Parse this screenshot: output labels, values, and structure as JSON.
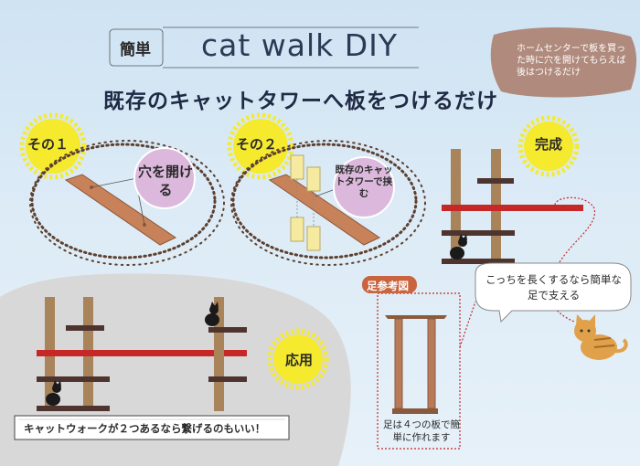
{
  "header": {
    "tag": "簡単",
    "title": "cat walk DIY",
    "subtitle": "既存のキャットタワーへ板をつけるだけ"
  },
  "note": "ホームセンターで板を買った時に穴を開けてもらえば後はつけるだけ",
  "steps": {
    "step1": {
      "label": "その１",
      "bubble": "穴を開ける"
    },
    "step2": {
      "label": "その２",
      "bubble": "既存のキャットタワーで挟む"
    },
    "done": {
      "label": "完成"
    }
  },
  "applied": {
    "label": "応用",
    "banner": "キャットウォークが２つあるなら繋げるのもいい！"
  },
  "legs": {
    "tag": "足参考図",
    "note": "足は４つの板で簡単に作れます"
  },
  "speech": "こっちを長くするなら簡単な足で支える",
  "colors": {
    "sky": "#dcebf6",
    "post": "#a9835a",
    "shelf": "#4e342e",
    "walk": "#c62828",
    "board": "#c8825a",
    "burst": "#f6ea2e",
    "bubble": "#dcb9dc",
    "note_bg": "#b08a7c",
    "tag_bg": "#c9643f"
  }
}
